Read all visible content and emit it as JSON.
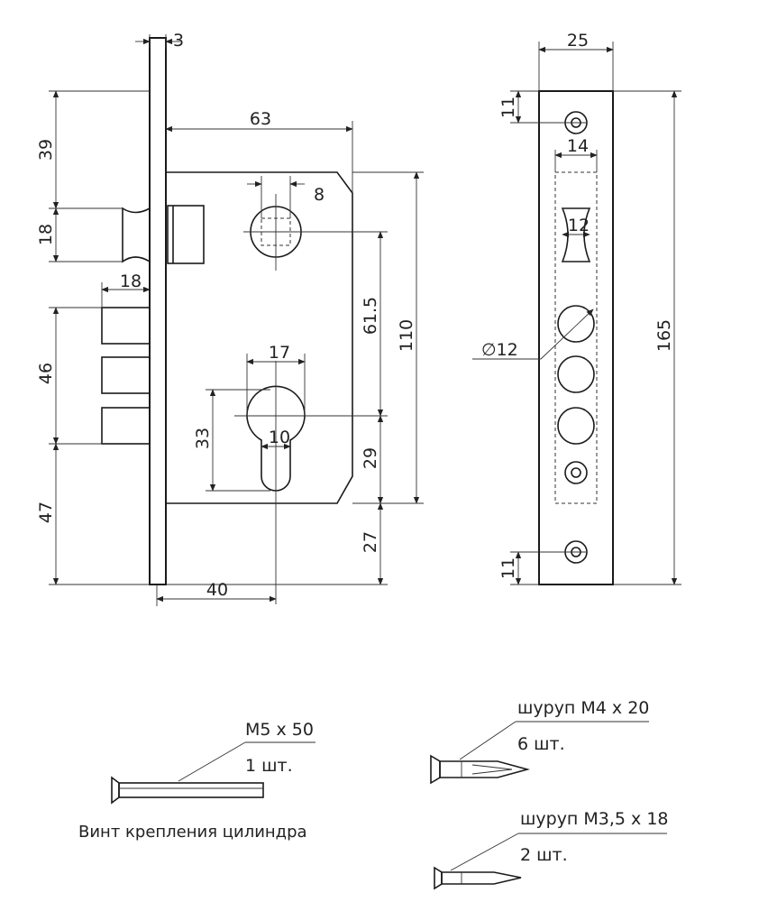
{
  "dimensions": {
    "plate_thickness": "3",
    "top_to_latch": "39",
    "latch_height": "18",
    "body_depth": "63",
    "spindle_square": "8",
    "spindle_to_cylinder": "61.5",
    "body_height": "110",
    "bolt_depth": "18",
    "bolt_block": "46",
    "cylinder_width": "17",
    "cylinder_height": "33",
    "cylinder_slot": "10",
    "cylinder_to_bottom": "29",
    "bottom_offset": "27",
    "backset": "40",
    "bottom_to_bolt": "47",
    "faceplate_width": "25",
    "screw_hole_top": "11",
    "latch_window": "14",
    "latch_inner": "12",
    "bolt_diameter": "∅12",
    "faceplate_length": "165",
    "screw_hole_bottom": "11"
  },
  "parts": {
    "cylinder_screw": {
      "size": "M5 x 50",
      "qty": "1 шт.",
      "caption": "Винт крепления цилиндра"
    },
    "screw_m4": {
      "size": "шуруп M4 x 20",
      "qty": "6 шт."
    },
    "screw_m35": {
      "size": "шуруп M3,5 x 18",
      "qty": "2 шт."
    }
  }
}
